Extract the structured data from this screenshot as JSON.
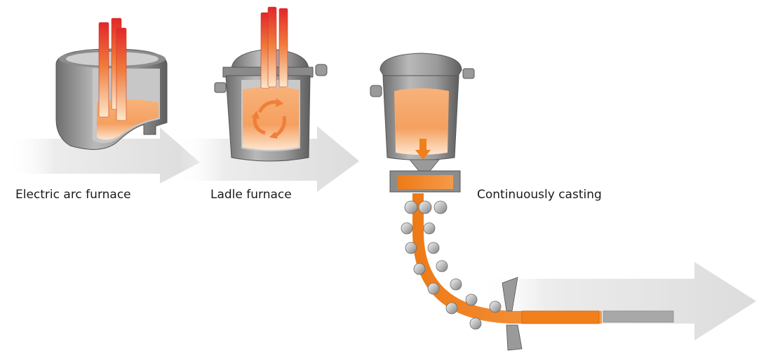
{
  "labels": {
    "electric_arc_furnace": "Electric arc furnace",
    "ladle_furnace": "Ladle furnace",
    "continuous_casting": "Continuously casting"
  },
  "colors": {
    "molten_orange": "#f39a4a",
    "strand_orange": "#f07f1c",
    "electrode_red": "#e8362a",
    "electrode_light": "#fce3c4",
    "steel_gray": "#8f8f8f",
    "steel_dark": "#5f5f5f",
    "arrow_gray": "#e8e8e8",
    "slab_gray": "#a6a6a6"
  }
}
